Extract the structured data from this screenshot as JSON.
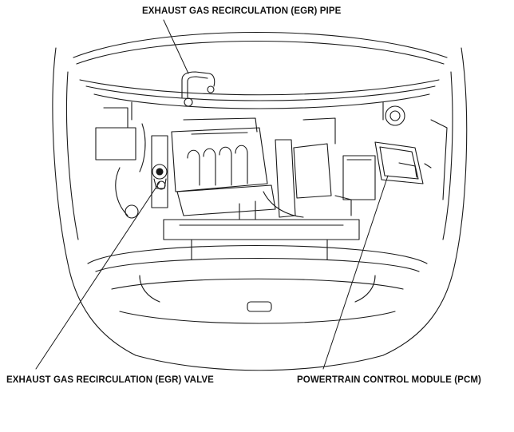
{
  "labels": {
    "egr_pipe": "EXHAUST GAS RECIRCULATION (EGR) PIPE",
    "egr_valve": "EXHAUST GAS RECIRCULATION (EGR) VALVE",
    "pcm": "POWERTRAIN CONTROL MODULE (PCM)"
  },
  "colors": {
    "line": "#1a1a1a",
    "background": "#ffffff"
  }
}
